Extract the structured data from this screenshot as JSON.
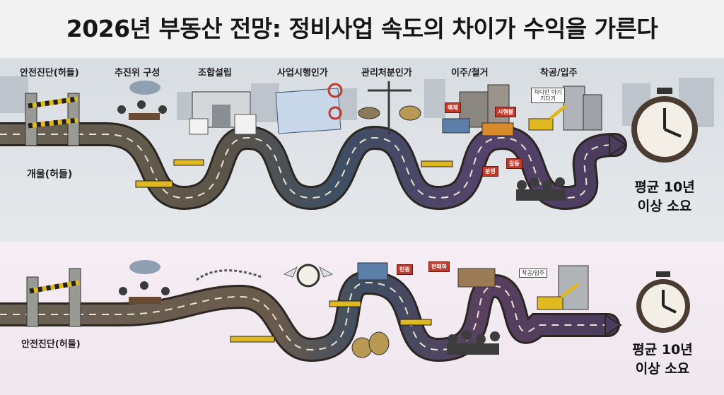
{
  "title": "2026년 부동산 전망: 정비사업 속도의 차이가 수익을 가른다",
  "top_panel": {
    "stages": [
      "안전진단(허들)",
      "추진위 구성",
      "조합설립",
      "사업시행인가",
      "관리처분인가",
      "이주/철거",
      "착공/입주"
    ],
    "hurdle_label": "개울(허들)",
    "tags": [
      "해체",
      "시행불",
      "분쟁",
      "갈등"
    ],
    "sign_text": "차디만 아기 기다기",
    "duration": [
      "평균 10년",
      "이상 소요"
    ]
  },
  "bottom_panel": {
    "start_label": "안전진단(허들)",
    "tags": [
      "판매하",
      "민원"
    ],
    "sign_text": "착공/입주",
    "duration": [
      "평균 10년",
      "이상 소요"
    ]
  },
  "colors": {
    "road_start": "#6b6256",
    "road_mid": "#3e4e63",
    "road_end": "#56426a",
    "arrow": "#4a3c5e",
    "title_text": "#161616"
  }
}
